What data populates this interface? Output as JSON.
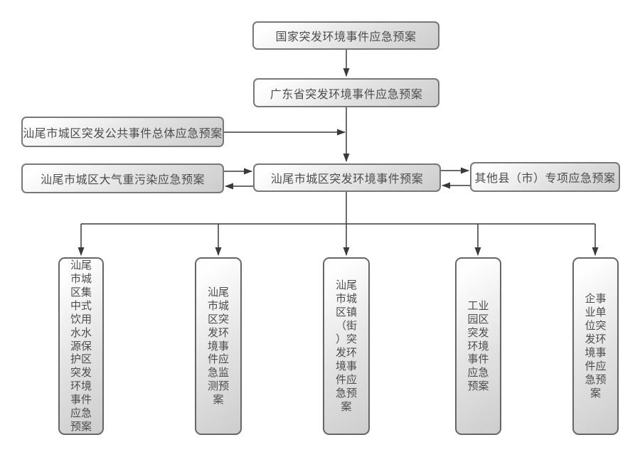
{
  "diagram": {
    "kind": "flowchart",
    "language": "zh-CN",
    "nodes": {
      "national": {
        "label": "国家突发环境事件应急预案"
      },
      "province": {
        "label": "广东省突发环境事件应急预案"
      },
      "overall": {
        "label": "汕尾市城区突发公共事件总体应急预案"
      },
      "air_pollution": {
        "label": "汕尾市城区大气重污染应急预案"
      },
      "city_env": {
        "label": "汕尾市城区突发环境事件预案"
      },
      "other_county": {
        "label": "其他县（市）专项应急预案"
      },
      "sub_plans": [
        {
          "label": "汕尾市城区集中式饮用水水源保护区突发环境事件应急预案"
        },
        {
          "label": "汕尾市城区突发环境事件应急监测预案"
        },
        {
          "label": "汕尾市城区镇（街）突发环境事件应急预案"
        },
        {
          "label": "工业园区突发环境事件应急预案"
        },
        {
          "label": "企事业单位突发环境事件应急预案"
        }
      ]
    },
    "edges": [
      {
        "from": "national",
        "to": "province",
        "direction": "down"
      },
      {
        "from": "province",
        "to": "city_env",
        "direction": "down"
      },
      {
        "from": "overall",
        "to": "city_env",
        "direction": "right"
      },
      {
        "from": "air_pollution",
        "to": "city_env",
        "direction": "both"
      },
      {
        "from": "city_env",
        "to": "other_county",
        "direction": "both"
      },
      {
        "from": "city_env",
        "to": "sub_plans.0",
        "direction": "down"
      },
      {
        "from": "city_env",
        "to": "sub_plans.1",
        "direction": "down"
      },
      {
        "from": "city_env",
        "to": "sub_plans.2",
        "direction": "down"
      },
      {
        "from": "city_env",
        "to": "sub_plans.3",
        "direction": "down"
      },
      {
        "from": "city_env",
        "to": "sub_plans.4",
        "direction": "down"
      }
    ],
    "colors": {
      "box_fill_light": "#fefefe",
      "box_fill_dark": "#cdcdcd",
      "box_border": "#787878",
      "connector": "#3a3a3a",
      "text": "#4d4d4d",
      "background": "#ffffff"
    }
  }
}
